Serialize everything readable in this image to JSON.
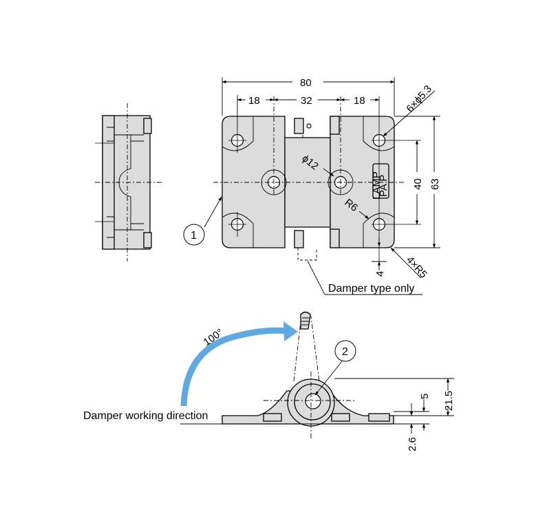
{
  "dimensions": {
    "overall_width": "80",
    "pitch_left": "18",
    "pitch_center": "32",
    "pitch_right": "18",
    "hole_spec": "6×ϕ5.3",
    "hole_pitch_vertical": "40",
    "overall_height": "63",
    "pivot_diameter": "ϕ12",
    "inner_radius": "R6",
    "corner_radius": "4×R5",
    "offset": "4",
    "height_total": "21.5",
    "thickness": "5",
    "base_thickness": "2.6",
    "open_angle": "100°"
  },
  "callouts": {
    "item_1": "1",
    "item_2": "2",
    "damper_type_only": "Damper type only",
    "damper_working_direction": "Damper working direction"
  },
  "marking": {
    "line1": "LAMP",
    "line2": "PA P"
  },
  "colors": {
    "part_fill": "#dcdcdc",
    "arrow": "#5fa8e0"
  }
}
